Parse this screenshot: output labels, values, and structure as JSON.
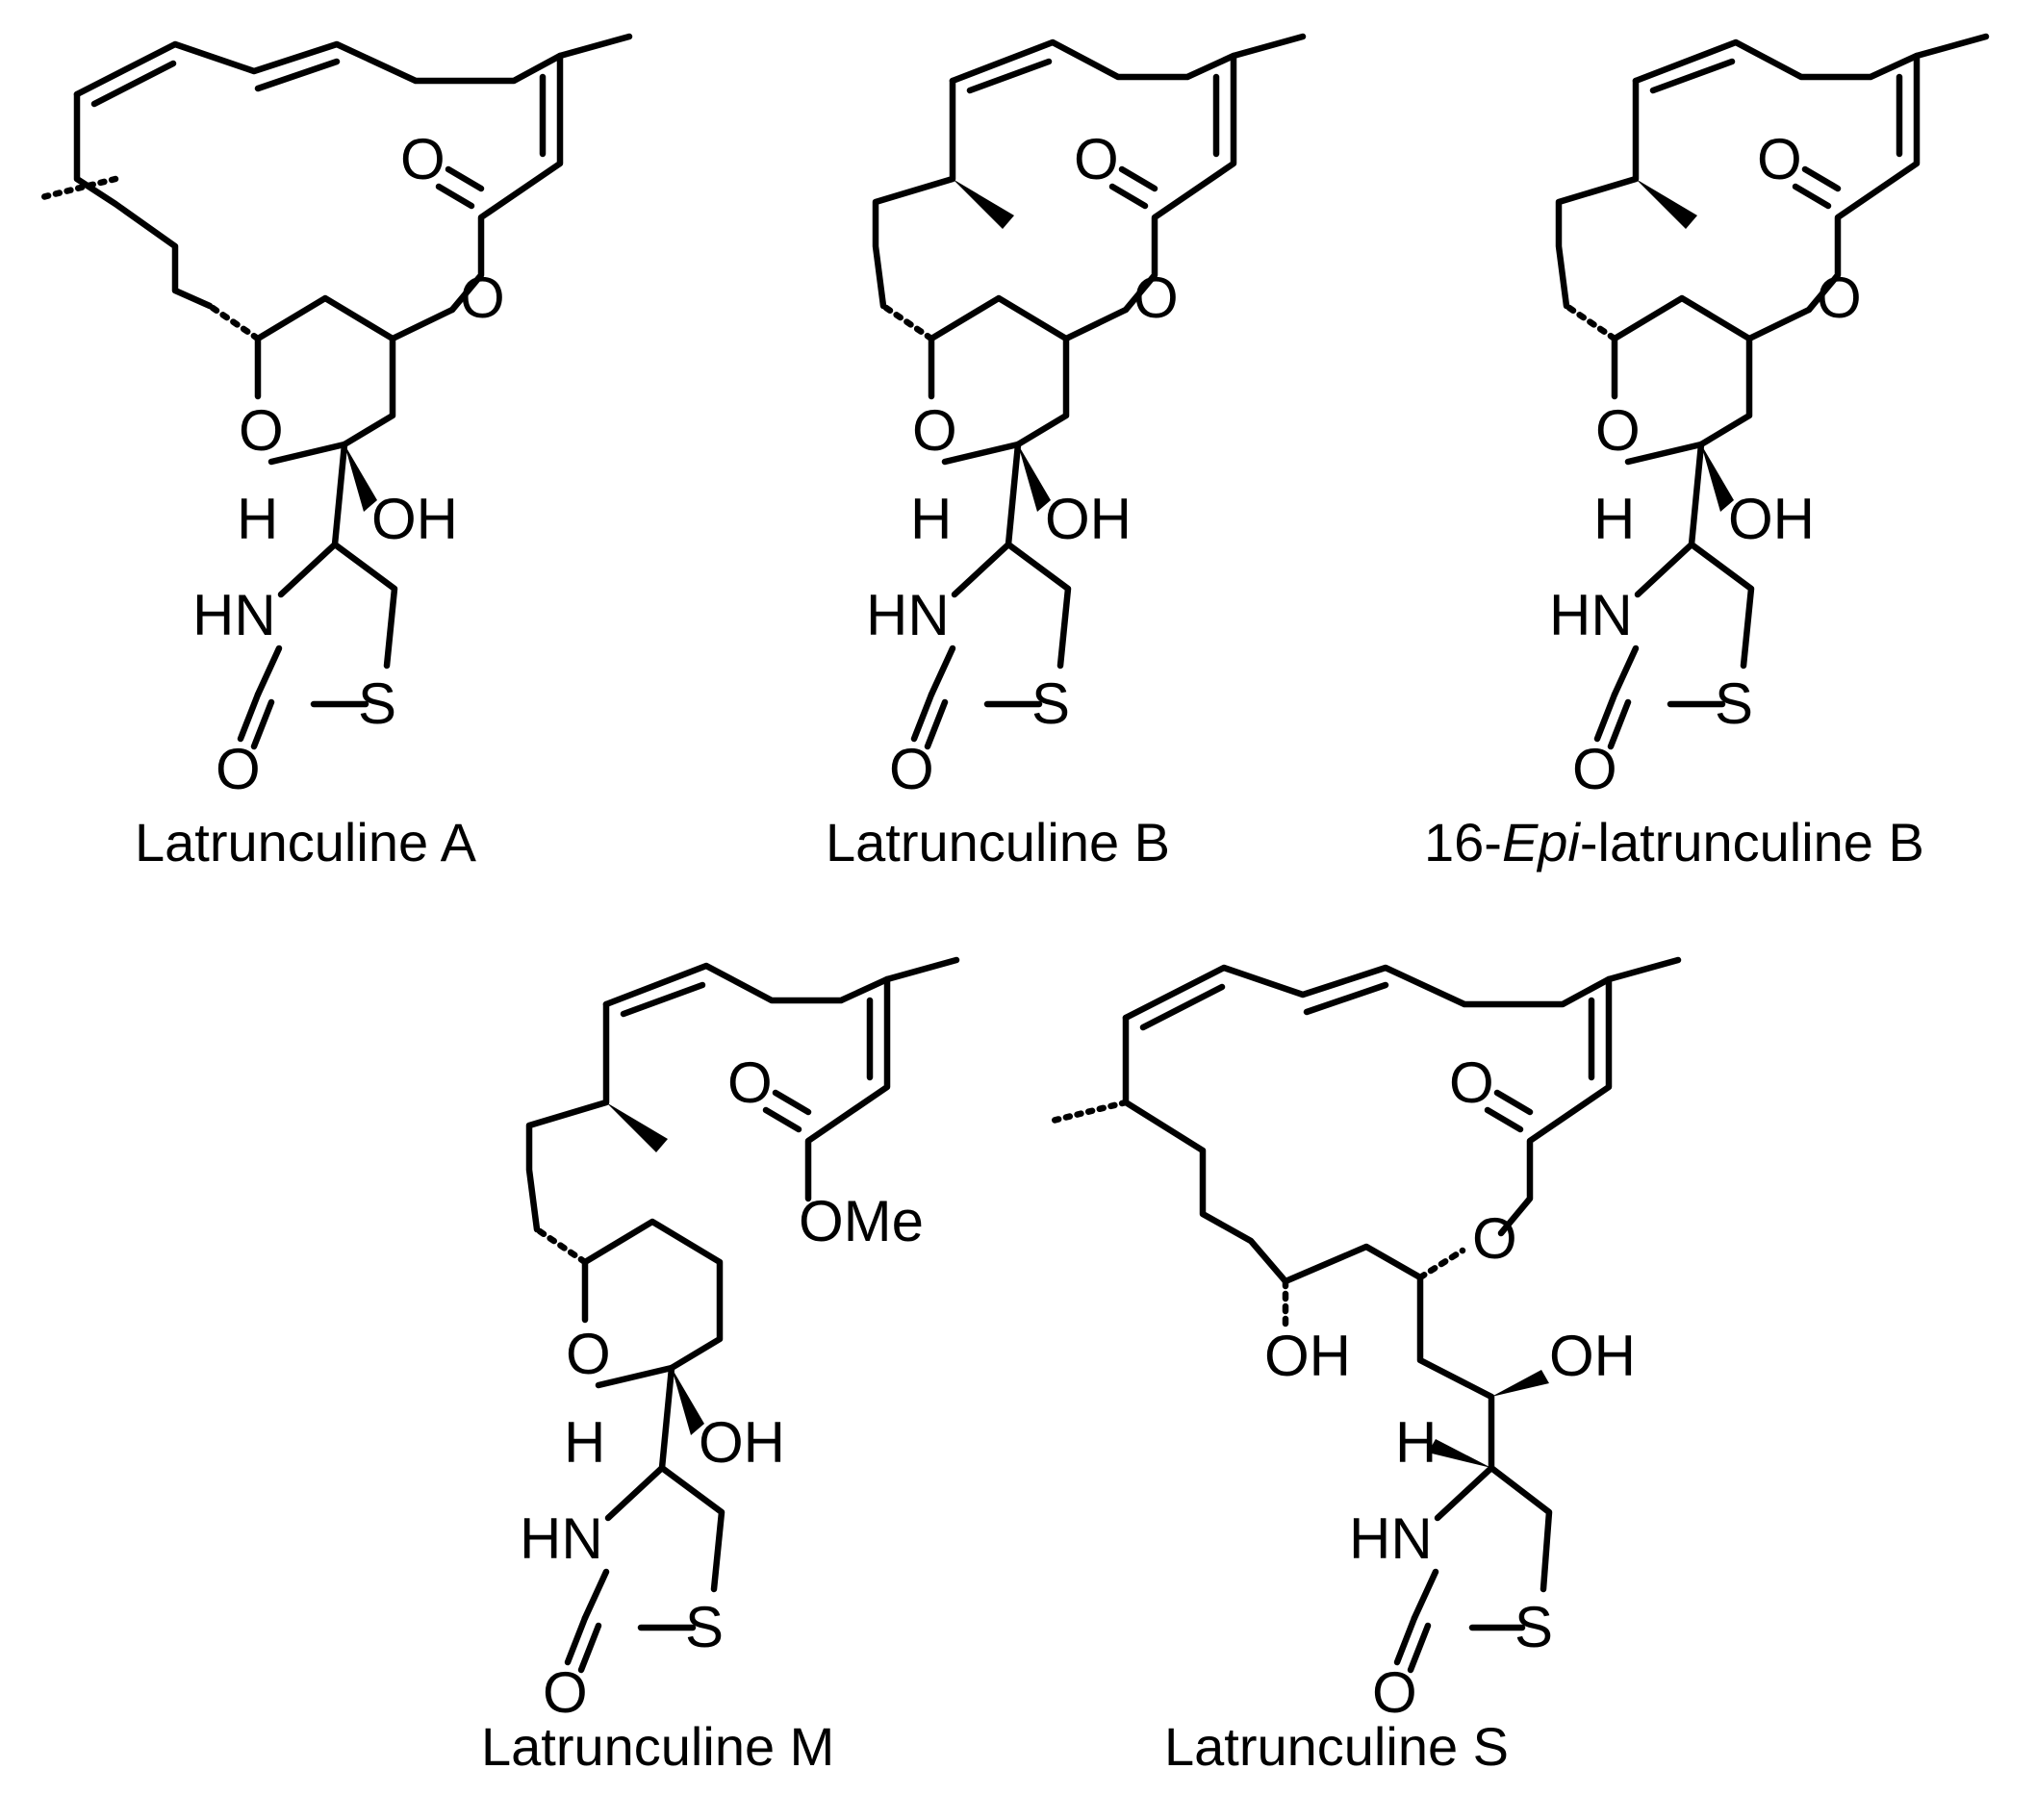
{
  "figure": {
    "compounds": [
      {
        "name": "Latrunculine A",
        "atoms": {
          "carbonyl_o": "O",
          "ester_o": "O",
          "ring_o": "O",
          "hydroxyl": "OH",
          "h": "H",
          "nh": "HN",
          "s": "S",
          "ketone_o": "O"
        }
      },
      {
        "name": "Latrunculine B",
        "atoms": {
          "carbonyl_o": "O",
          "ester_o": "O",
          "ring_o": "O",
          "hydroxyl": "OH",
          "h": "H",
          "nh": "HN",
          "s": "S",
          "ketone_o": "O"
        }
      },
      {
        "name_prefix": "16-",
        "name_italic": "Epi",
        "name_suffix": "-latrunculine B",
        "atoms": {
          "carbonyl_o": "O",
          "ester_o": "O",
          "ring_o": "O",
          "hydroxyl": "OH",
          "h": "H",
          "nh": "HN",
          "s": "S",
          "ketone_o": "O"
        }
      },
      {
        "name": "Latrunculine M",
        "atoms": {
          "carbonyl_o": "O",
          "methoxy": "OMe",
          "ring_o": "O",
          "hydroxyl": "OH",
          "h": "H",
          "nh": "HN",
          "s": "S",
          "ketone_o": "O"
        }
      },
      {
        "name": "Latrunculine S",
        "atoms": {
          "carbonyl_o": "O",
          "ester_o": "O",
          "hydroxyl_1": "OH",
          "hydroxyl_2": "OH",
          "h": "H",
          "nh": "HN",
          "s": "S",
          "ketone_o": "O"
        }
      }
    ]
  }
}
